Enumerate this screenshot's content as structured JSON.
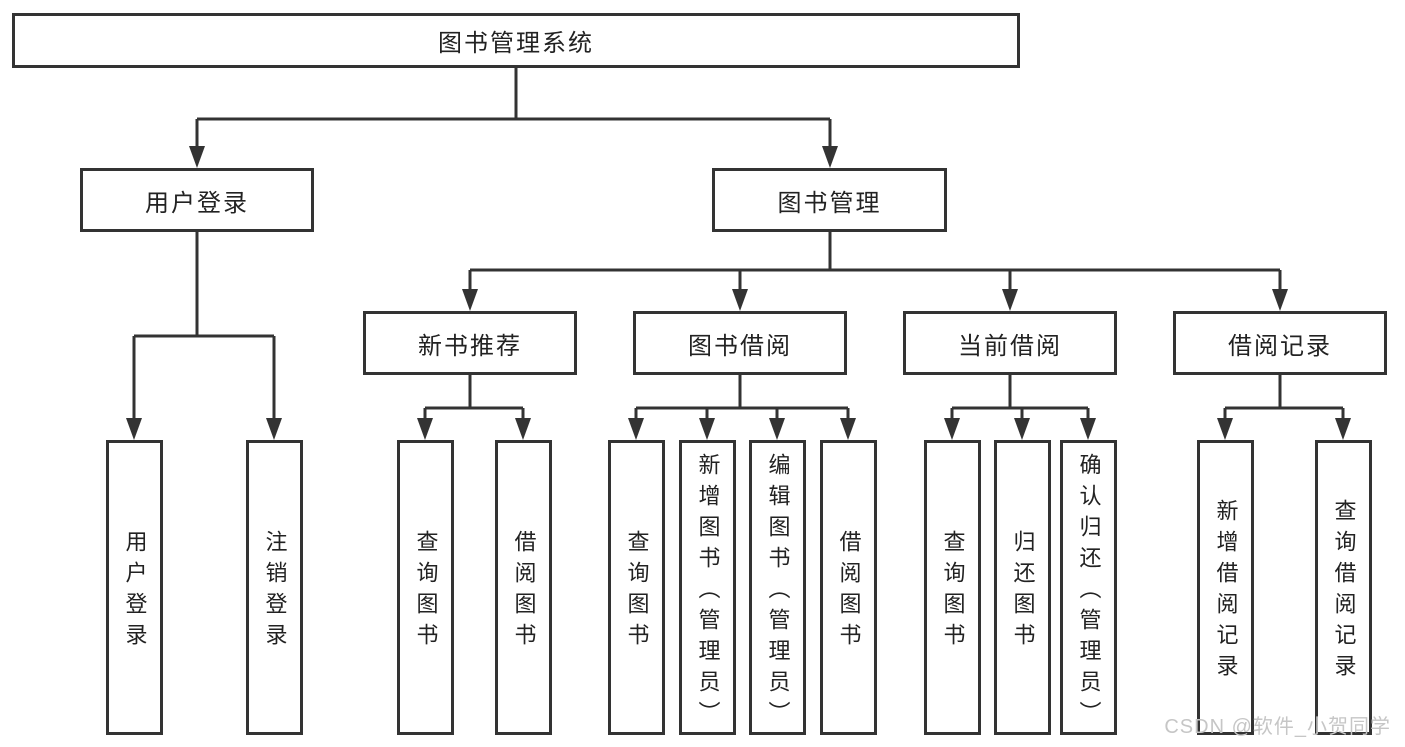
{
  "diagram": {
    "title": "图书管理系统",
    "branches": [
      {
        "label": "用户登录",
        "children": [
          {
            "label": "用户登录"
          },
          {
            "label": "注销登录"
          }
        ]
      },
      {
        "label": "图书管理",
        "children": [
          {
            "label": "新书推荐",
            "children": [
              {
                "label": "查询图书"
              },
              {
                "label": "借阅图书"
              }
            ]
          },
          {
            "label": "图书借阅",
            "children": [
              {
                "label": "查询图书"
              },
              {
                "label": "新增图书（管理员）"
              },
              {
                "label": "编辑图书（管理员）"
              },
              {
                "label": "借阅图书"
              }
            ]
          },
          {
            "label": "当前借阅",
            "children": [
              {
                "label": "查询图书"
              },
              {
                "label": "归还图书"
              },
              {
                "label": "确认归还（管理员）"
              }
            ]
          },
          {
            "label": "借阅记录",
            "children": [
              {
                "label": "新增借阅记录"
              },
              {
                "label": "查询借阅记录"
              }
            ]
          }
        ]
      }
    ]
  },
  "watermark": {
    "text": "CSDN @软件_小贺同学"
  },
  "colors": {
    "line": "#333333",
    "text": "#222222",
    "watermark": "#c6c6c6",
    "background": "#ffffff"
  }
}
